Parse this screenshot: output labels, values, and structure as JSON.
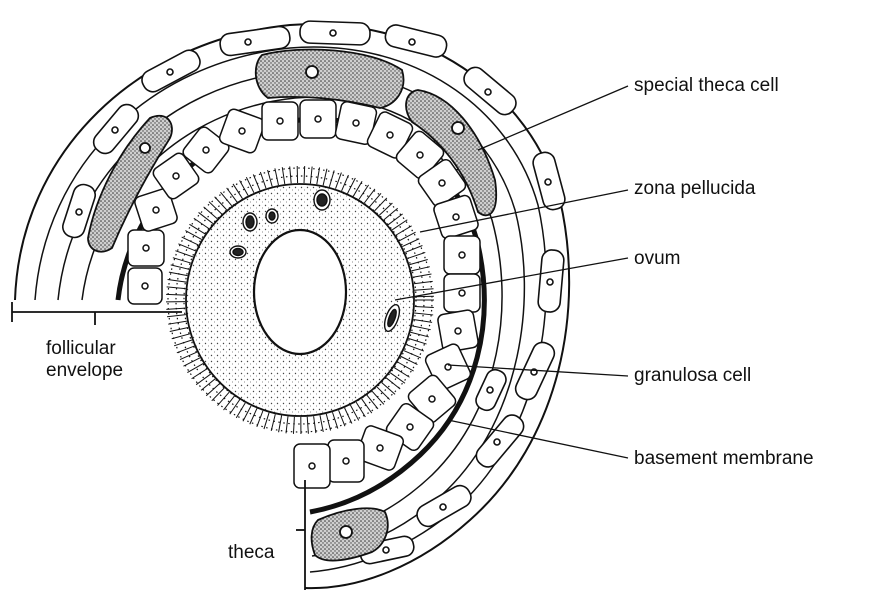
{
  "labels": {
    "special_theca_cell": "special theca cell",
    "zona_pellucida": "zona pellucida",
    "ovum": "ovum",
    "granulosa_cell": "granulosa cell",
    "basement_membrane": "basement membrane",
    "follicular_envelope": [
      "follicular",
      "envelope"
    ],
    "theca": "theca"
  },
  "colors": {
    "ink": "#111111",
    "paper": "#ffffff"
  }
}
